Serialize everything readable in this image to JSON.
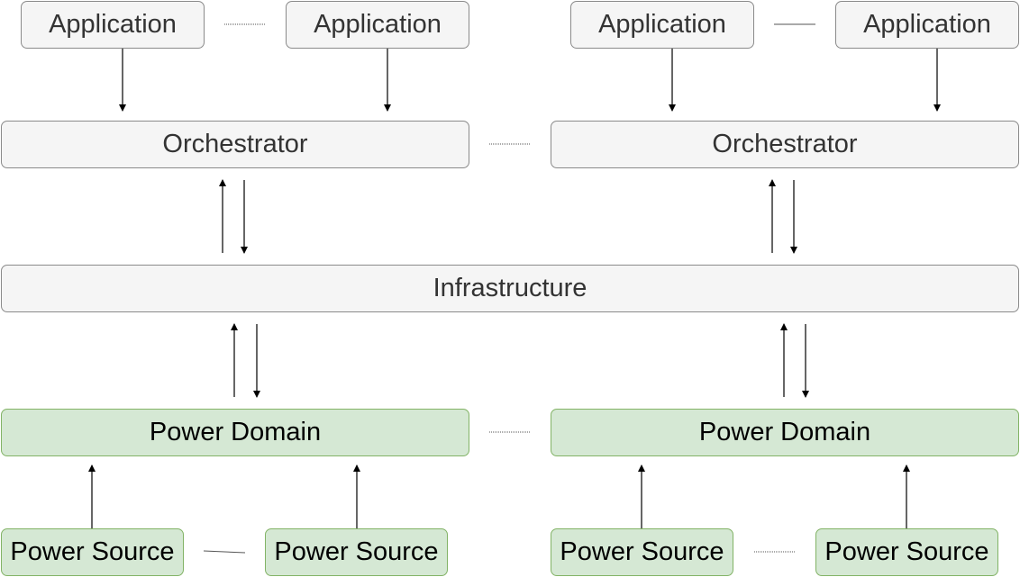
{
  "labels": {
    "application": "Application",
    "orchestrator": "Orchestrator",
    "infrastructure": "Infrastructure",
    "power_domain": "Power Domain",
    "power_source": "Power Source"
  },
  "colors": {
    "gray_fill": "#f5f5f5",
    "gray_stroke": "#8a8a8a",
    "green_fill": "#d5e8d4",
    "green_stroke": "#82b366",
    "arrow": "#000000"
  }
}
